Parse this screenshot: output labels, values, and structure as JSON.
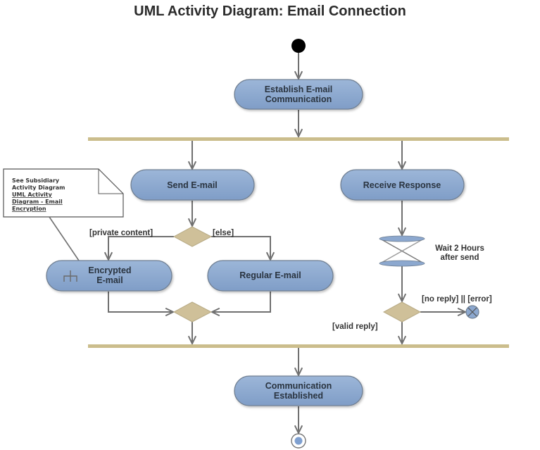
{
  "title": "UML Activity Diagram: Email Connection",
  "colors": {
    "action_fill": "#8ca8cf",
    "action_stroke": "#6f7f92",
    "bar": "#cbbd8c",
    "decision": "#cfc099",
    "edge": "#707070",
    "initial": "#000000"
  },
  "nodes": {
    "start": {
      "type": "initial"
    },
    "establish": {
      "type": "action",
      "lines": [
        "Establish E-mail",
        "Communication"
      ]
    },
    "fork": {
      "type": "fork"
    },
    "send": {
      "type": "action",
      "lines": [
        "Send E-mail"
      ]
    },
    "receive": {
      "type": "action",
      "lines": [
        "Receive Response"
      ]
    },
    "decision1": {
      "type": "decision"
    },
    "encrypted": {
      "type": "action",
      "lines": [
        "Encrypted",
        "E-mail"
      ],
      "icon": "call-behavior-icon"
    },
    "regular": {
      "type": "action",
      "lines": [
        "Regular E-mail"
      ]
    },
    "merge1": {
      "type": "merge"
    },
    "wait": {
      "type": "time-event",
      "lines": [
        "Wait 2 Hours",
        "after send"
      ]
    },
    "decision2": {
      "type": "decision"
    },
    "flow_final": {
      "type": "flow-final"
    },
    "join": {
      "type": "join"
    },
    "established": {
      "type": "action",
      "lines": [
        "Communication",
        "Established"
      ]
    },
    "end": {
      "type": "activity-final"
    }
  },
  "guards": {
    "private": "[private content]",
    "else": "[else]",
    "no_reply": "[no reply]  || [error]",
    "valid": "[valid reply]"
  },
  "note": {
    "lines": [
      "See Subsidiary",
      "Activity Diagram",
      "UML Activity",
      "Diagram - Email",
      "Encryption"
    ],
    "link_start_line": 2
  },
  "edges": [
    {
      "from": "start",
      "to": "establish"
    },
    {
      "from": "establish",
      "to": "fork"
    },
    {
      "from": "fork",
      "to": "send"
    },
    {
      "from": "fork",
      "to": "receive"
    },
    {
      "from": "send",
      "to": "decision1"
    },
    {
      "from": "decision1",
      "to": "encrypted",
      "guard": "[private content]"
    },
    {
      "from": "decision1",
      "to": "regular",
      "guard": "[else]"
    },
    {
      "from": "encrypted",
      "to": "merge1"
    },
    {
      "from": "regular",
      "to": "merge1"
    },
    {
      "from": "merge1",
      "to": "join"
    },
    {
      "from": "receive",
      "to": "wait"
    },
    {
      "from": "wait",
      "to": "decision2"
    },
    {
      "from": "decision2",
      "to": "flow_final",
      "guard": "[no reply]  || [error]"
    },
    {
      "from": "decision2",
      "to": "join",
      "guard": "[valid reply]"
    },
    {
      "from": "join",
      "to": "established"
    },
    {
      "from": "established",
      "to": "end"
    }
  ]
}
